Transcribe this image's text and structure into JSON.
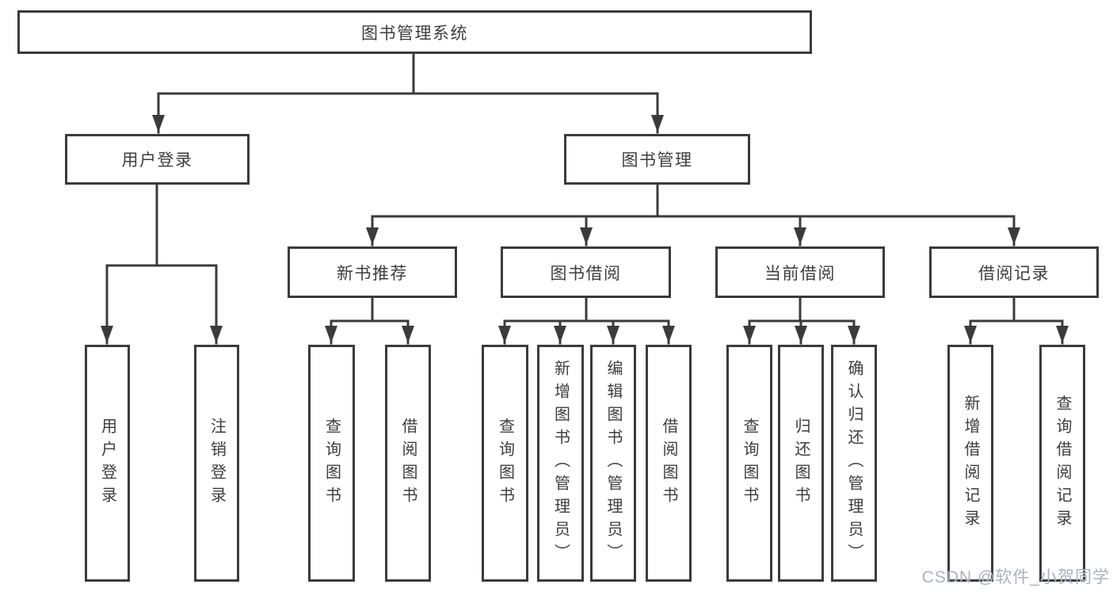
{
  "tree": {
    "root": {
      "label": "图书管理系统"
    },
    "children": [
      {
        "label": "用户登录",
        "children": [
          {
            "label": "用户登录"
          },
          {
            "label": "注销登录"
          }
        ]
      },
      {
        "label": "图书管理",
        "children": [
          {
            "label": "新书推荐",
            "children": [
              {
                "label": "查询图书"
              },
              {
                "label": "借阅图书"
              }
            ]
          },
          {
            "label": "图书借阅",
            "children": [
              {
                "label": "查询图书"
              },
              {
                "label": "新增图书（管理员）"
              },
              {
                "label": "编辑图书（管理员）"
              },
              {
                "label": "借阅图书"
              }
            ]
          },
          {
            "label": "当前借阅",
            "children": [
              {
                "label": "查询图书"
              },
              {
                "label": "归还图书"
              },
              {
                "label": "确认归还（管理员）"
              }
            ]
          },
          {
            "label": "借阅记录",
            "children": [
              {
                "label": "新增借阅记录"
              },
              {
                "label": "查询借阅记录"
              }
            ]
          }
        ]
      }
    ]
  },
  "watermark": {
    "text": "CSDN @软件_小贺同学",
    "color": "#9ea5b0"
  },
  "colors": {
    "line": "#3b3b3b",
    "box_border": "#3b3b3b",
    "box_fill": "#ffffff",
    "text": "#3d3d3d",
    "background": "#ffffff"
  }
}
